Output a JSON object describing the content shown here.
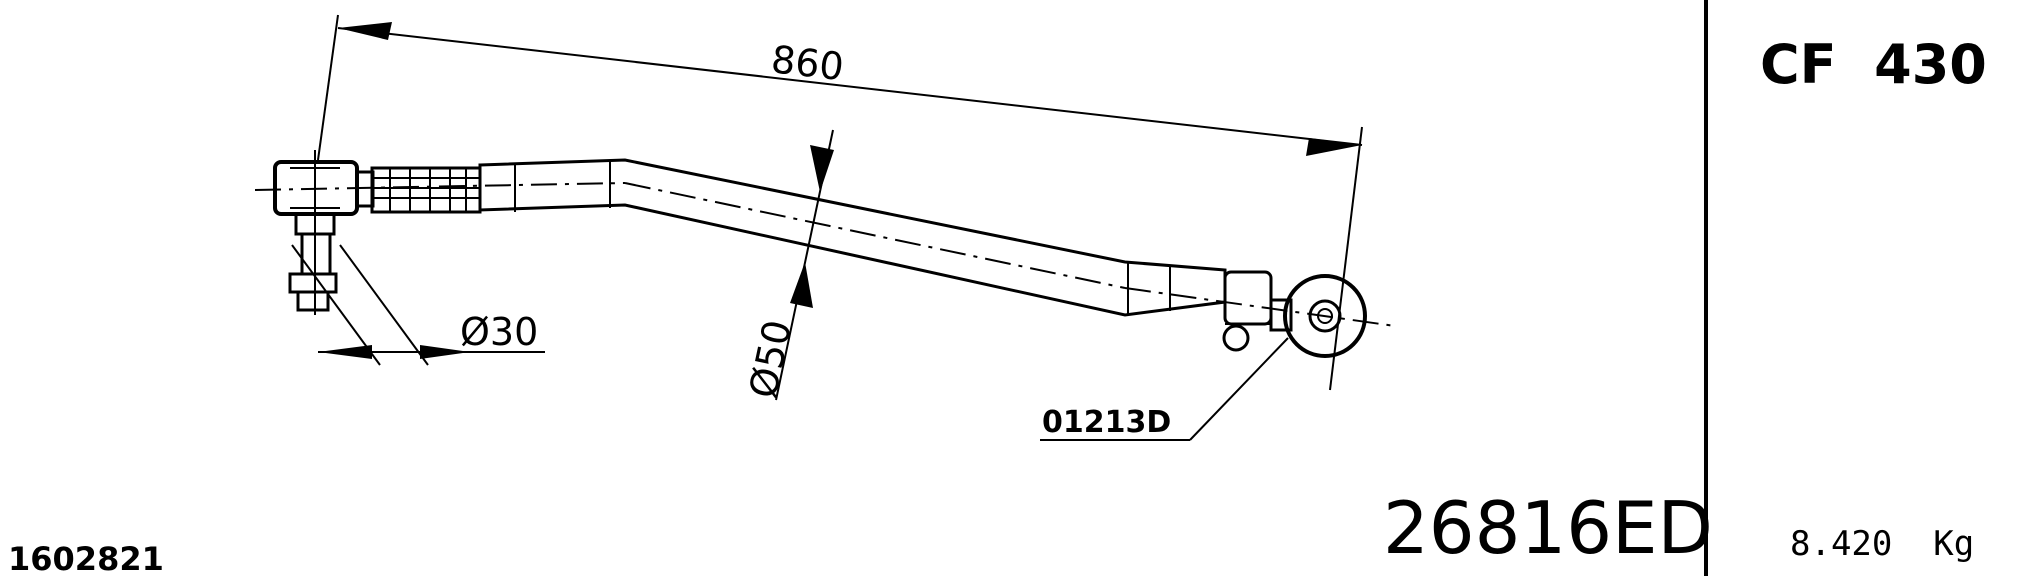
{
  "model": "CF  430",
  "weight": "8.420  Kg",
  "part_number": "26816ED",
  "reference_number": "1602821",
  "dimensions": {
    "length": "860",
    "tube_diameter": "Ø50",
    "ball_diameter": "Ø30"
  },
  "component_code": "01213D",
  "icons": [
    "tie-rod-drawing",
    "ball-joint-left",
    "ball-joint-right",
    "clamp"
  ]
}
